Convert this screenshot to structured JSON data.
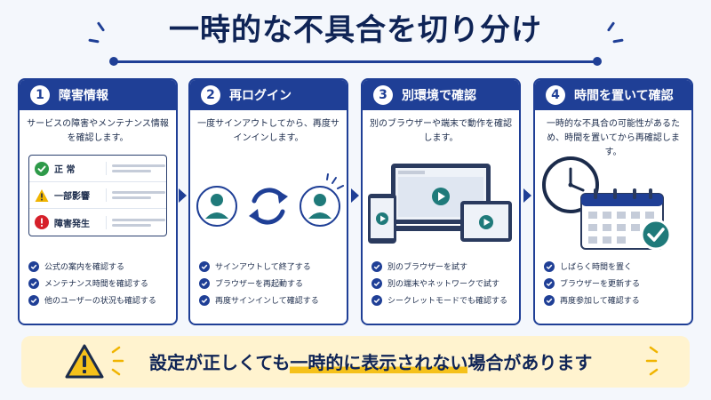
{
  "title": "一時的な不具合を切り分け",
  "cards": [
    {
      "number": "1",
      "title": "障害情報",
      "description": "サービスの障害やメンテナンス情報を確認します。",
      "status": [
        {
          "label": "正 常",
          "color": "#2e9a49",
          "icon": "check-circle-icon"
        },
        {
          "label": "一部影響",
          "color": "#f0b400",
          "icon": "warning-icon"
        },
        {
          "label": "障害発生",
          "color": "#d6202a",
          "icon": "exclamation-circle-icon"
        }
      ],
      "checks": [
        "公式の案内を確認する",
        "メンテナンス時間を確認する",
        "他のユーザーの状況も確認する"
      ]
    },
    {
      "number": "2",
      "title": "再ログイン",
      "description": "一度サインアウトしてから、再度サインインします。",
      "checks": [
        "サインアウトして終了する",
        "ブラウザーを再起動する",
        "再度サインインして確認する"
      ]
    },
    {
      "number": "3",
      "title": "別環境で確認",
      "description": "別のブラウザーや端末で動作を確認します。",
      "checks": [
        "別のブラウザーを試す",
        "別の端末やネットワークで試す",
        "シークレットモードでも確認する"
      ]
    },
    {
      "number": "4",
      "title": "時間を置いて確認",
      "description": "一時的な不具合の可能性があるため、時間を置いてから再確認します。",
      "checks": [
        "しばらく時間を置く",
        "ブラウザーを更新する",
        "再度参加して確認する"
      ]
    }
  ],
  "banner": {
    "before": "設定が正しくても",
    "highlight": "一時的に表示されない",
    "after": "場合があります"
  },
  "colors": {
    "navy": "#1f3f96",
    "title": "#0f2456",
    "banner_bg": "#fff3cf",
    "highlight": "#f5c11a",
    "teal": "#1f7a7a"
  }
}
